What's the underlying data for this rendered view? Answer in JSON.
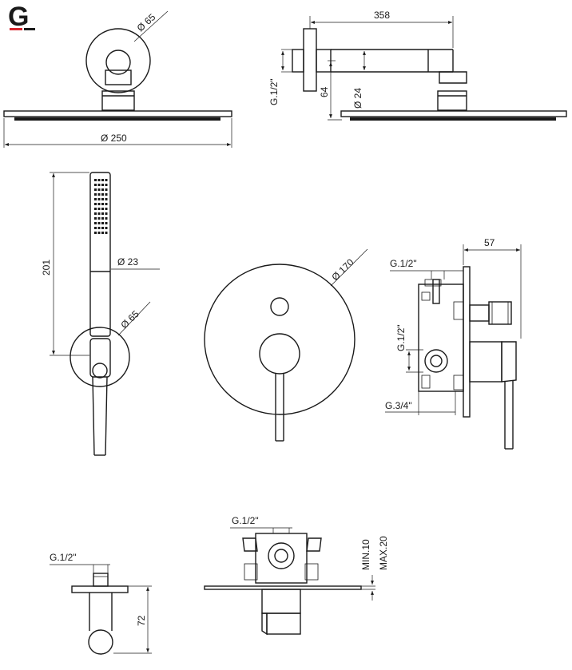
{
  "logo": {
    "letter": "G",
    "accent_color": "#d7262e"
  },
  "labels": {
    "d65_top": "Ø 65",
    "d250": "Ø 250",
    "len358": "358",
    "g12_arm": "G.1/2\"",
    "h64": "64",
    "d24": "Ø 24",
    "h201": "201",
    "d23": "Ø 23",
    "d65_hand": "Ø 65",
    "d170": "Ø 170",
    "w57": "57",
    "g12_valve_top": "G.1/2\"",
    "g12_valve_side": "G.1/2\"",
    "g34_valve": "G.3/4\"",
    "g12_elbow": "G.1/2\"",
    "h72": "72",
    "g12_box": "G.1/2\"",
    "min10": "MIN.10",
    "max20": "MAX.20"
  }
}
